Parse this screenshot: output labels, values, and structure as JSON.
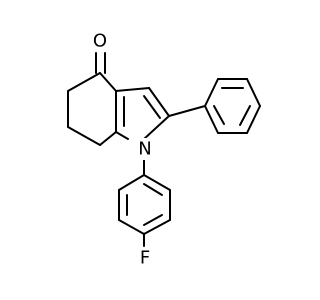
{
  "structure": {
    "atoms": {
      "oxygen": "O",
      "nitrogen": "N",
      "fluorine": "F"
    },
    "colors": {
      "bond": "#000000",
      "label": "#000000",
      "background": "#ffffff"
    }
  }
}
